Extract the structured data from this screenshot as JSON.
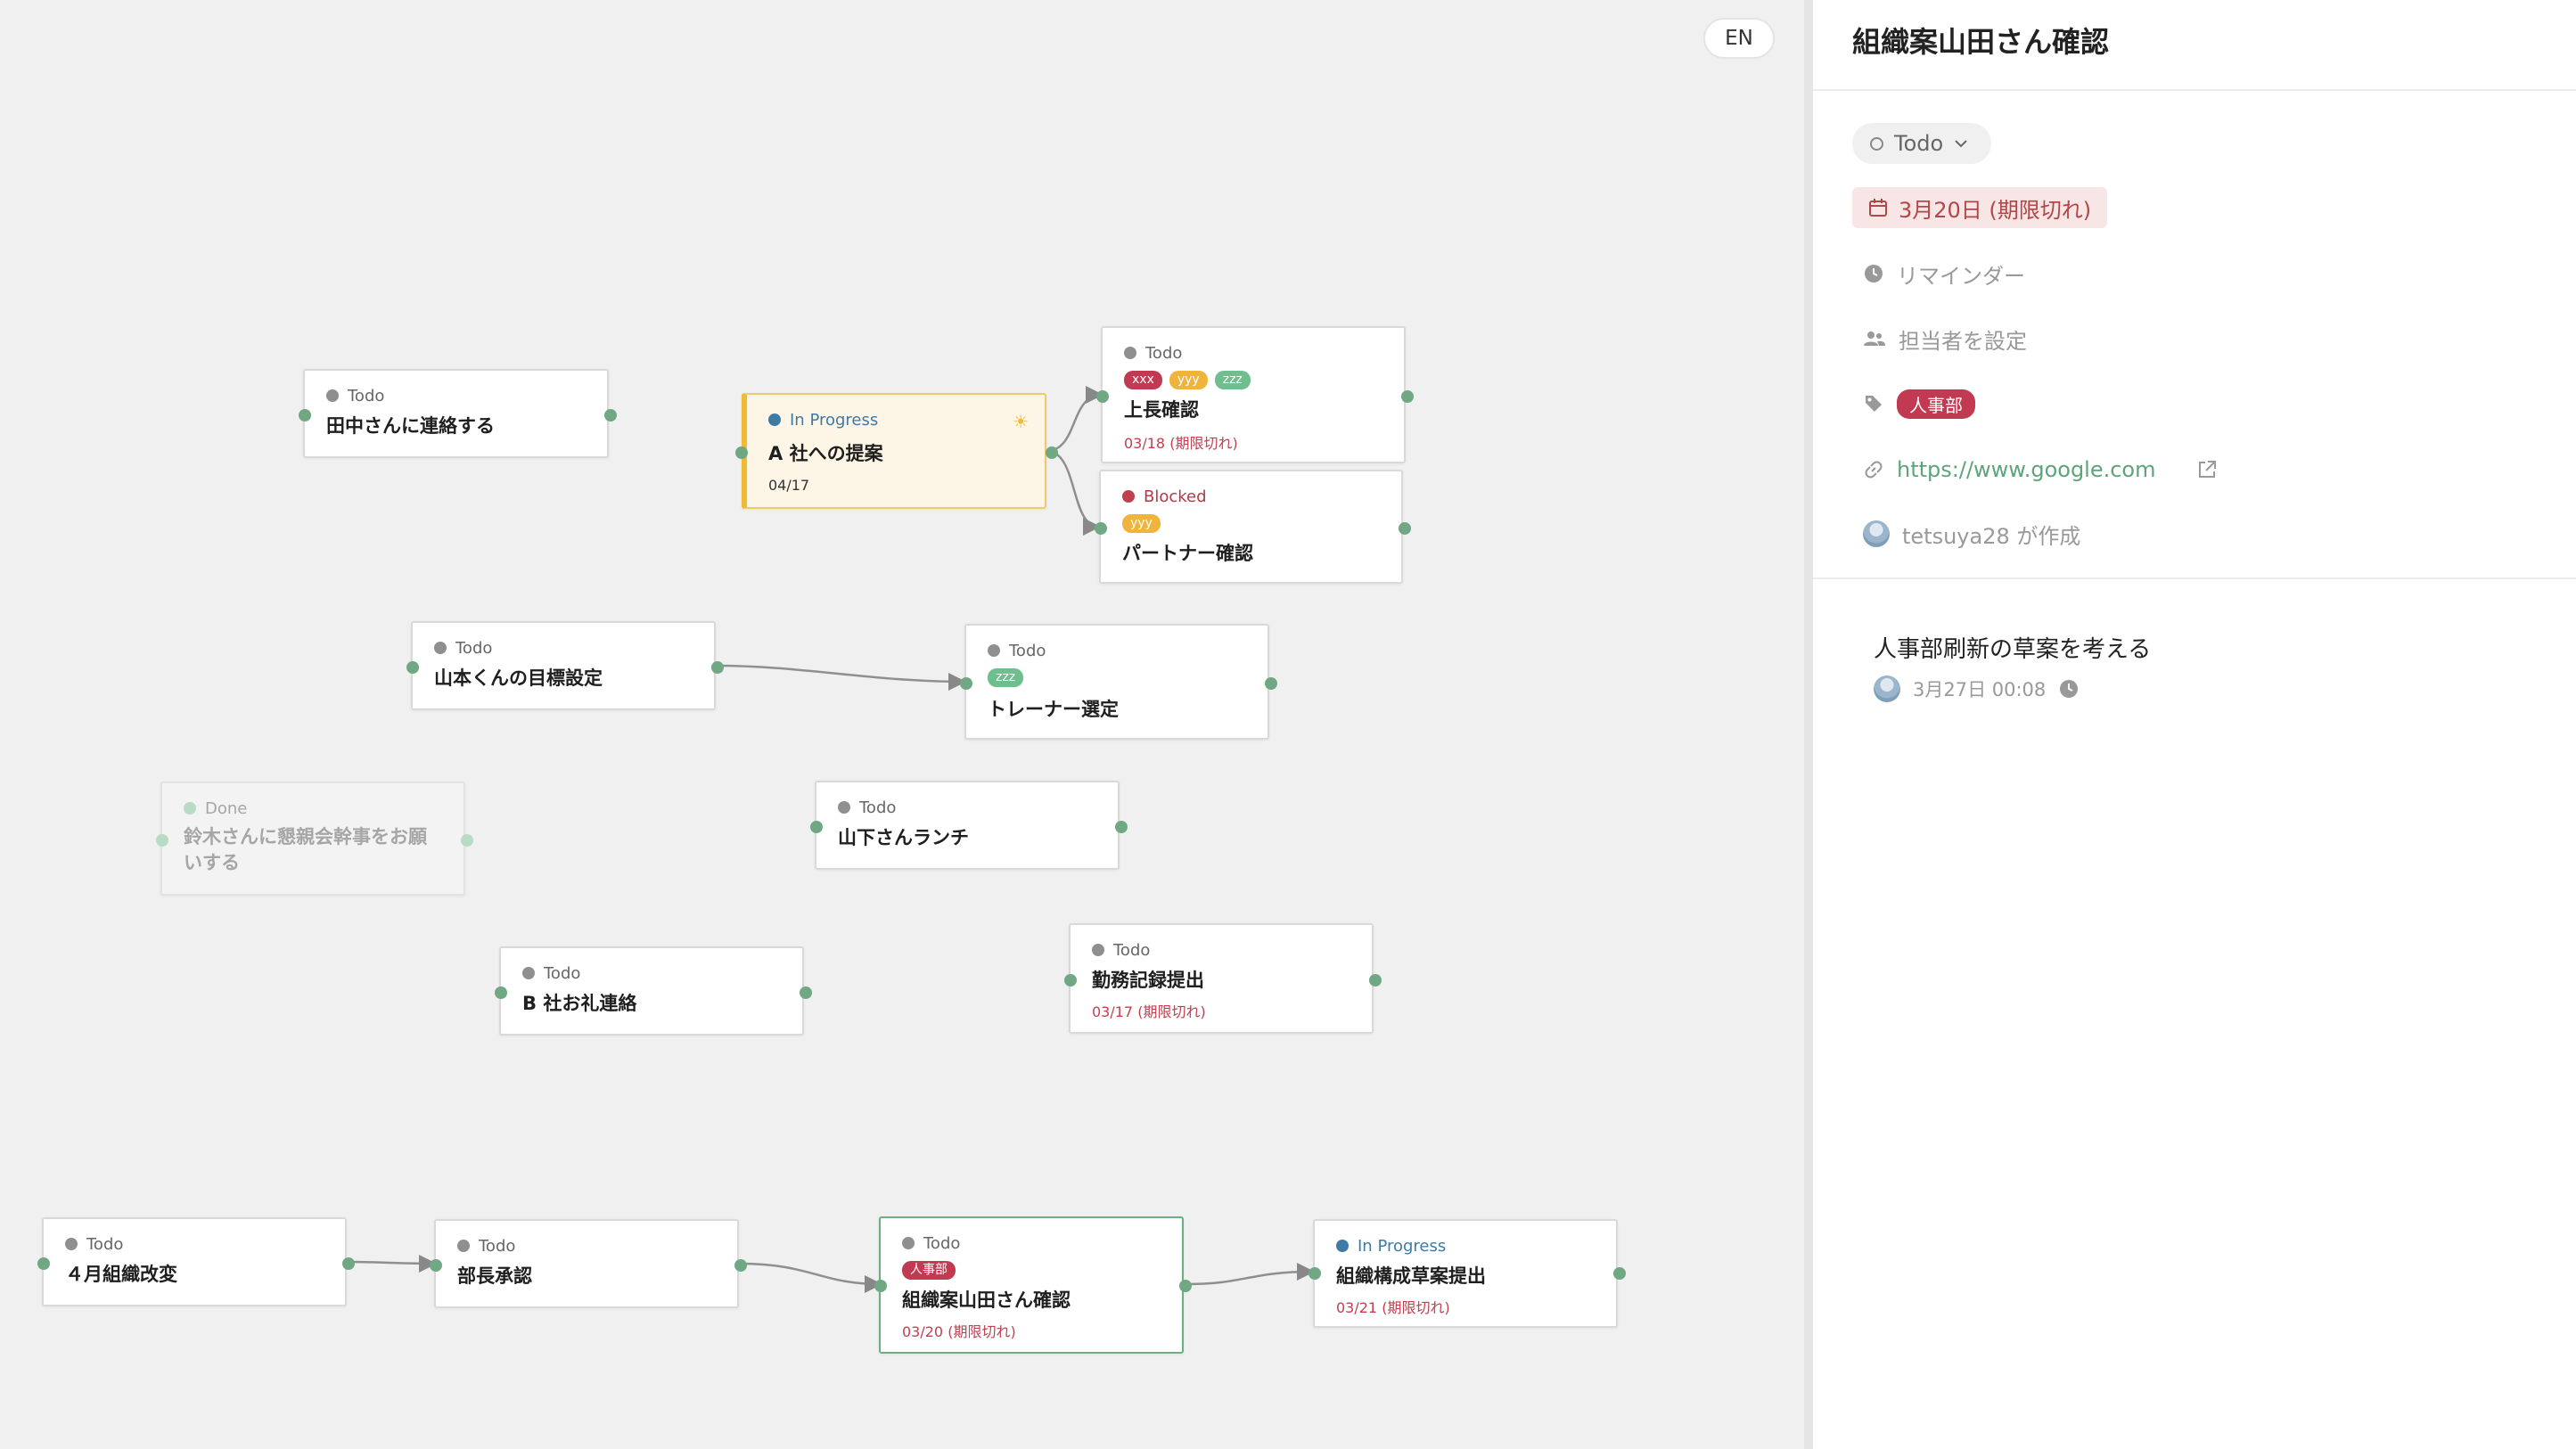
{
  "canvas": {
    "language_button": "EN",
    "nodes": [
      {
        "id": "n1",
        "status": "Todo",
        "title": "田中さんに連絡する"
      },
      {
        "id": "n2",
        "status": "In Progress",
        "title": "A 社への提案",
        "due": "04/17"
      },
      {
        "id": "n3",
        "status": "Todo",
        "title": "上長確認",
        "tags": [
          {
            "label": "xxx",
            "color": "#c23a52"
          },
          {
            "label": "yyy",
            "color": "#f0b43c"
          },
          {
            "label": "zzz",
            "color": "#6fbe8e"
          }
        ],
        "due": "03/18 (期限切れ)"
      },
      {
        "id": "n4",
        "status": "Blocked",
        "title": "パートナー確認",
        "tags": [
          {
            "label": "yyy",
            "color": "#f0b43c"
          }
        ]
      },
      {
        "id": "n5",
        "status": "Todo",
        "title": "山本くんの目標設定"
      },
      {
        "id": "n6",
        "status": "Todo",
        "title": "トレーナー選定",
        "tags": [
          {
            "label": "zzz",
            "color": "#6fbe8e"
          }
        ]
      },
      {
        "id": "n7",
        "status": "Done",
        "title": "鈴木さんに懇親会幹事をお願いする"
      },
      {
        "id": "n8",
        "status": "Todo",
        "title": "山下さんランチ"
      },
      {
        "id": "n9",
        "status": "Todo",
        "title": "B 社お礼連絡"
      },
      {
        "id": "n10",
        "status": "Todo",
        "title": "勤務記録提出",
        "due": "03/17 (期限切れ)"
      },
      {
        "id": "n11",
        "status": "Todo",
        "title": "４月組織改変"
      },
      {
        "id": "n12",
        "status": "Todo",
        "title": "部長承認"
      },
      {
        "id": "n13",
        "status": "Todo",
        "title": "組織案山田さん確認",
        "tags": [
          {
            "label": "人事部",
            "color": "#c23a52"
          }
        ],
        "due": "03/20 (期限切れ)"
      },
      {
        "id": "n14",
        "status": "In Progress",
        "title": "組織構成草案提出",
        "due": "03/21 (期限切れ)"
      }
    ]
  },
  "panel": {
    "title": "組織案山田さん確認",
    "status": "Todo",
    "due": "3月20日 (期限切れ)",
    "reminder": "リマインダー",
    "assignee": "担当者を設定",
    "tag": "人事部",
    "url": "https://www.google.com",
    "creator": "tetsuya28 が作成",
    "comment": {
      "text": "人事部刷新の草案を考える",
      "timestamp": "3月27日 00:08"
    }
  },
  "colors": {
    "accent": "#6fa883",
    "overdue": "#c04050",
    "in_progress": "#3d7aa6",
    "blocked": "#c0404d",
    "tag_red": "#c23a52",
    "tag_yellow": "#f0b43c",
    "tag_green": "#6fbe8e"
  }
}
